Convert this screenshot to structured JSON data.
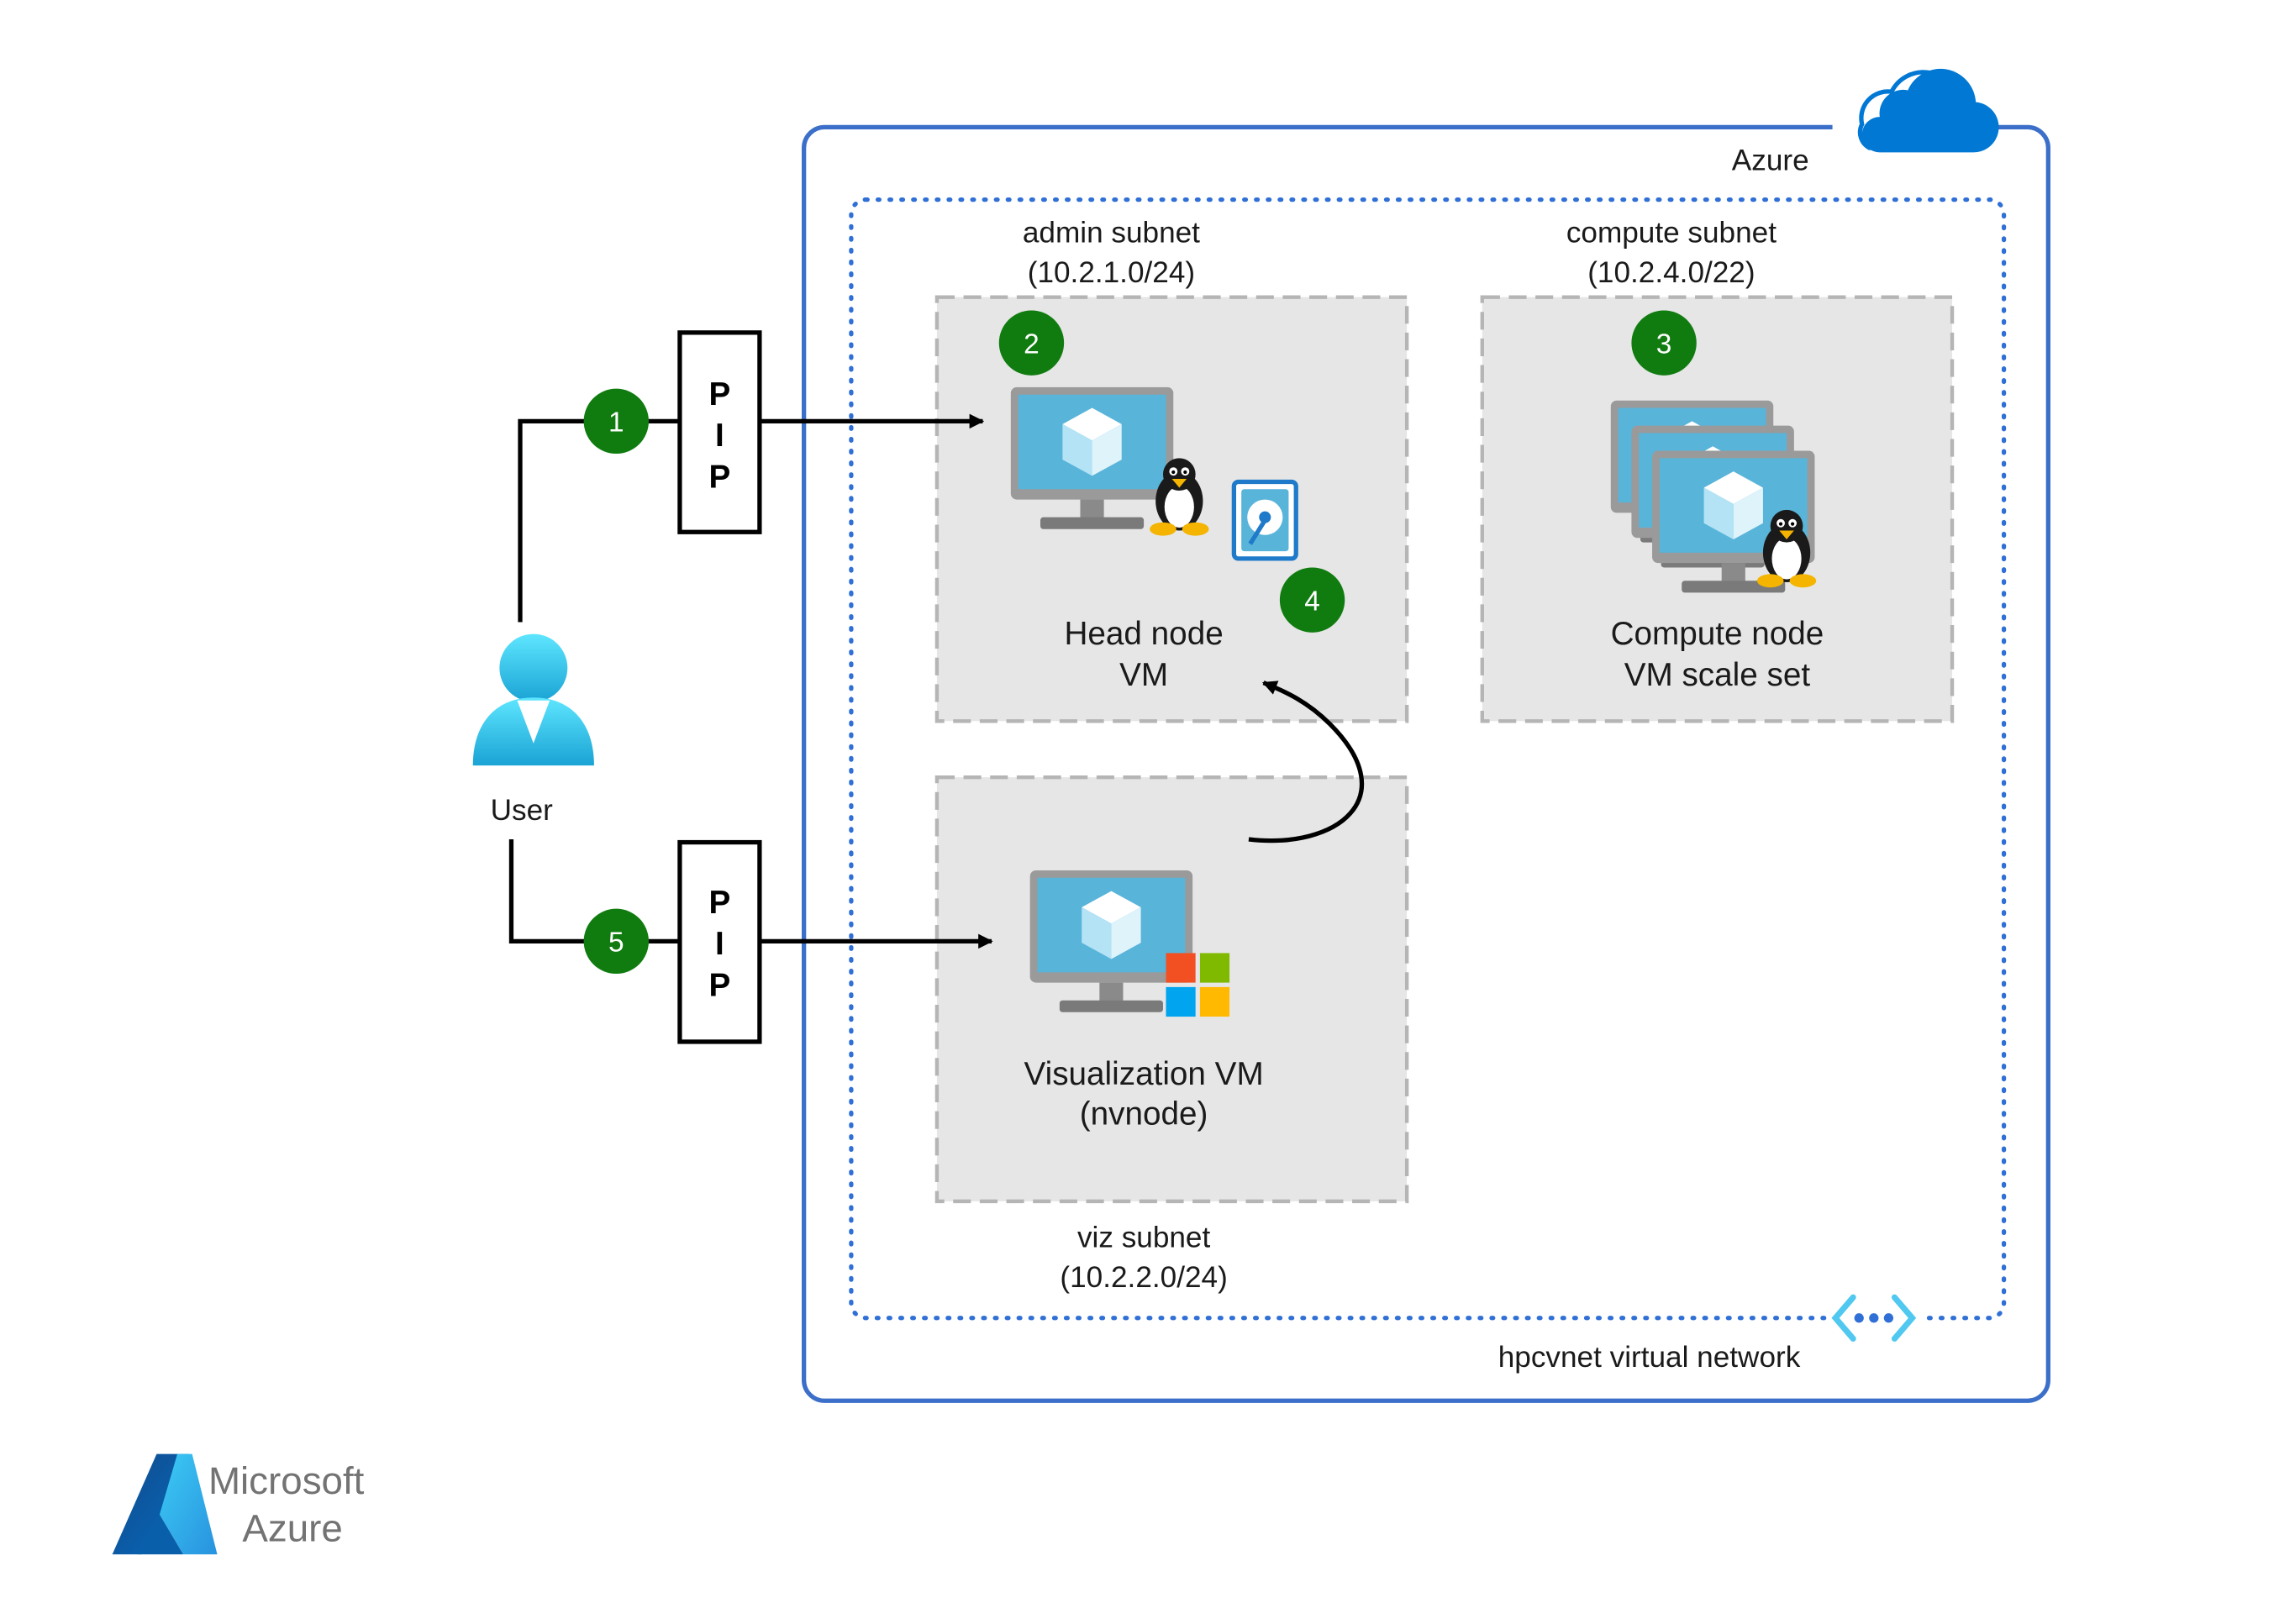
{
  "containers": {
    "azure_label": "Azure",
    "vnet_label": "hpcvnet virtual network"
  },
  "subnets": {
    "admin": {
      "name": "admin subnet",
      "cidr": "(10.2.1.0/24)"
    },
    "compute": {
      "name": "compute subnet",
      "cidr": "(10.2.4.0/22)"
    },
    "viz": {
      "name": "viz subnet",
      "cidr": "(10.2.2.0/24)"
    }
  },
  "nodes": {
    "head": {
      "line1": "Head node",
      "line2": "VM"
    },
    "compute": {
      "line1": "Compute node",
      "line2": "VM scale set"
    },
    "viz": {
      "line1": "Visualization VM",
      "line2": "(nvnode)"
    },
    "user": "User"
  },
  "pip": {
    "letters": [
      "P",
      "I",
      "P"
    ]
  },
  "steps": [
    "1",
    "2",
    "3",
    "4",
    "5"
  ],
  "brand": {
    "line1": "Microsoft",
    "line2": "Azure"
  },
  "colors": {
    "badge_green": "#107c10",
    "azure_border": "#3b6fc9",
    "vnet_dots": "#2f6fd6",
    "subnet_fill": "#e6e6e6",
    "subnet_border": "#b0b0b0",
    "monitor_screen": "#59b4d9",
    "cloud_blue": "#0078d4",
    "user_cyan": "#32d4f5"
  },
  "icons": [
    "cloud-icon",
    "user-icon",
    "vm-monitor-icon",
    "linux-penguin-icon",
    "managed-disk-icon",
    "windows-logo-icon",
    "vnet-icon",
    "azure-logo-icon"
  ]
}
